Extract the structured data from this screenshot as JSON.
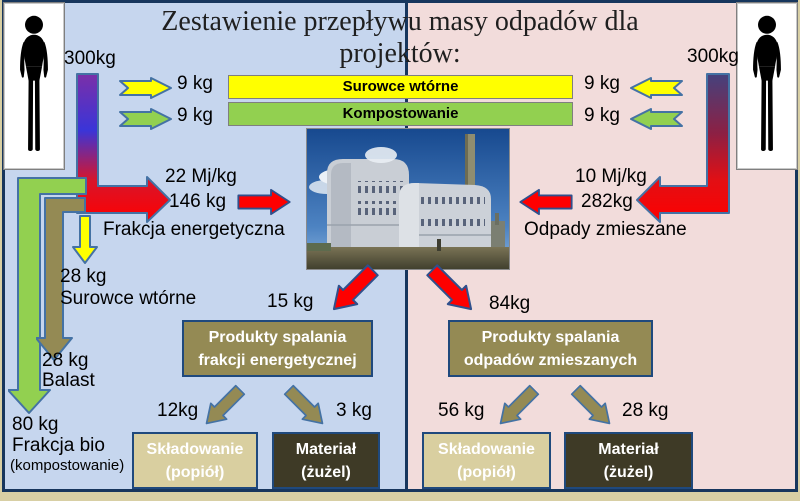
{
  "title": {
    "line1": "Zestawienie przepływu masy odpadów dla",
    "line2": "projektów:"
  },
  "banners": {
    "recyclables": "Surowce wtórne",
    "composting": "Kompostowanie"
  },
  "building": {
    "name": "incineration-plant-photo"
  },
  "left_project": {
    "input_mass": "300kg",
    "recyclables_kg": "9 kg",
    "composting_kg": "9 kg",
    "energy_value": "22 Mj/kg",
    "energy_mass": "146 kg",
    "energy_label": "Frakcja energetyczna",
    "secondary_kg": "28 kg",
    "secondary_label": "Surowce wtórne",
    "ballast_kg": "28 kg",
    "ballast_label": "Balast",
    "bio_kg": "80 kg",
    "bio_label": "Frakcja bio",
    "bio_sublabel": "(kompostowanie)",
    "to_products_kg": "15 kg",
    "products_box": {
      "line1": "Produkty spalania",
      "line2": "frakcji energetycznej"
    },
    "landfill_kg": "12kg",
    "material_kg": "3 kg",
    "landfill_box": {
      "line1": "Składowanie",
      "line2": "(popiół)"
    },
    "material_box": {
      "line1": "Materiał",
      "line2": "(żużel)"
    }
  },
  "right_project": {
    "input_mass": "300kg",
    "recyclables_kg": "9 kg",
    "composting_kg": "9 kg",
    "energy_value": "10 Mj/kg",
    "energy_mass": "282kg",
    "energy_label": "Odpady zmieszane",
    "to_products_kg": "84kg",
    "products_box": {
      "line1": "Produkty spalania",
      "line2": "odpadów zmieszanych"
    },
    "landfill_kg": "56 kg",
    "material_kg": "28 kg",
    "landfill_box": {
      "line1": "Składowanie",
      "line2": "(popiół)"
    },
    "material_box": {
      "line1": "Materiał",
      "line2": "(żużel)"
    }
  },
  "colors": {
    "left_panel_bg": "#c6d6ee",
    "right_panel_bg": "#f2dcdb",
    "panel_border": "#17365d",
    "arrow_outline": "#4472a4",
    "red": "#fe0000",
    "yellow": "#ffff00",
    "green": "#92d050",
    "olive": "#948a54",
    "tan_box": "#d9cfa0",
    "dark_box": "#3e3a26",
    "purple_gradient_top": "#7b2fa8",
    "right_gradient_top": "#45427d",
    "bottom_strip": "#d8cfa4"
  }
}
